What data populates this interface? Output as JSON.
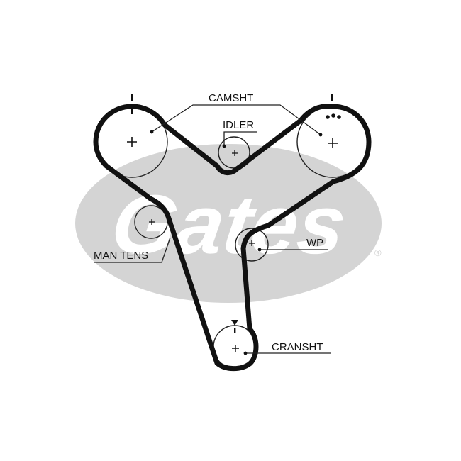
{
  "logo": {
    "text": "Gates",
    "registered_mark": "®",
    "color": "#d4d4d4"
  },
  "labels": {
    "camshaft": "CAMSHT",
    "idler": "IDLER",
    "water_pump": "WP",
    "manual_tensioner": "MAN TENS",
    "crankshaft": "CRANSHT"
  },
  "colors": {
    "belt": "#111111",
    "line": "#222222"
  }
}
